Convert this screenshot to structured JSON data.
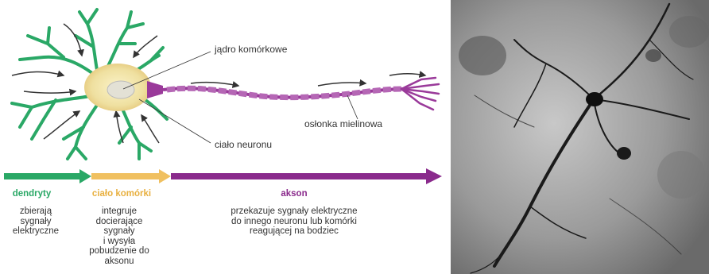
{
  "labels": {
    "nucleus": "jądro komórkowe",
    "myelin": "osłonka mielinowa",
    "soma": "ciało neuronu"
  },
  "sections": [
    {
      "title": "dendryty",
      "color": "#2aa866",
      "description": "zbierają\nsygnały\nelektryczne"
    },
    {
      "title": "ciało komórki",
      "color": "#f0c060",
      "description": "integruje\ndocierające\nsygnały\ni wysyła\npobudzenie do\naksonu"
    },
    {
      "title": "akson",
      "color": "#8a2a8c",
      "description": "przekazuje sygnały elektryczne\ndo innego neuronu lub komórki\nreagującej na bodziec"
    }
  ],
  "colors": {
    "dendrite": "#2aa866",
    "soma": "#efe3a0",
    "axon": "#9a3a9a",
    "arrow": "#333333"
  }
}
